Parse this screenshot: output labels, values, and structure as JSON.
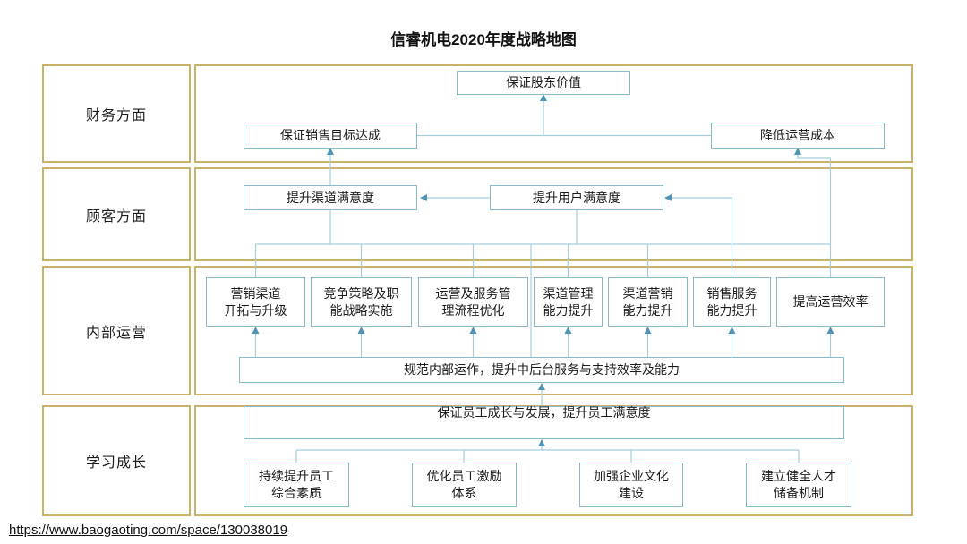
{
  "title": "信睿机电2020年度战略地图",
  "footer": {
    "url": "https://www.baogaoting.com/space/130038019"
  },
  "perspectives": {
    "finance": {
      "label": "财务方面"
    },
    "customer": {
      "label": "顾客方面"
    },
    "operations": {
      "label": "内部运营"
    },
    "learning": {
      "label": "学习成长"
    }
  },
  "finance": {
    "shareholder_value": "保证股东价值",
    "sales_target": "保证销售目标达成",
    "reduce_cost": "降低运营成本"
  },
  "customer": {
    "channel_satisfaction": "提升渠道满意度",
    "user_satisfaction": "提升用户满意度"
  },
  "operations": {
    "marketing_channel": "营销渠道\n开拓与升级",
    "competition_strategy": "竞争策略及职\n能战略实施",
    "process_optimization": "运营及服务管\n理流程优化",
    "channel_mgmt": "渠道管理\n能力提升",
    "channel_marketing": "渠道营销\n能力提升",
    "sales_service": "销售服务\n能力提升",
    "efficiency": "提高运营效率",
    "internal_ops": "规范内部运作，提升中后台服务与支持效率及能力"
  },
  "learning": {
    "employee_growth": "保证员工成长与发展，提升员工满意度",
    "quality": "持续提升员工\n综合素质",
    "incentive": "优化员工激励\n体系",
    "culture": "加强企业文化\n建设",
    "talent": "建立健全人才\n储备机制"
  },
  "colors": {
    "frame_border": "#cab26a",
    "box_border": "#89bac9",
    "connector": "#a8cddb",
    "arrow": "#4f94b5"
  }
}
